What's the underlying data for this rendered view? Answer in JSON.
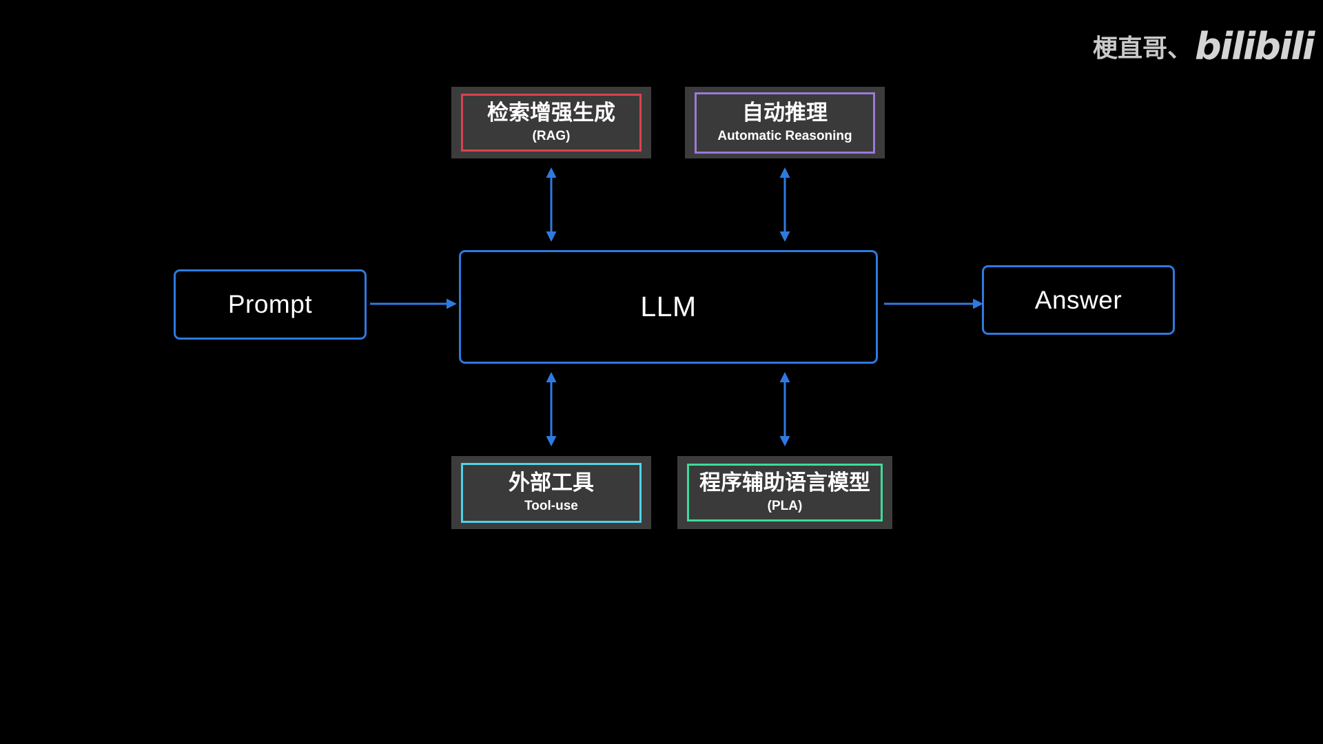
{
  "diagram": {
    "prompt_label": "Prompt",
    "llm_label": "LLM",
    "answer_label": "Answer",
    "techniques": [
      {
        "title": "检索增强生成",
        "subtitle": "(RAG)",
        "border_color": "#d9434f"
      },
      {
        "title": "自动推理",
        "subtitle": "Automatic Reasoning",
        "border_color": "#9b7ad9"
      },
      {
        "title": "外部工具",
        "subtitle": "Tool-use",
        "border_color": "#4fd4e8"
      },
      {
        "title": "程序辅助语言模型",
        "subtitle": "(PLA)",
        "border_color": "#3ddc9a"
      }
    ]
  },
  "watermark": {
    "author": "梗直哥、",
    "logo": "bilibili"
  },
  "colors": {
    "background": "#000000",
    "flow_border": "#2f7ae0",
    "arrow": "#2f7ae0",
    "tech_box_fill": "#3c3c3c"
  }
}
